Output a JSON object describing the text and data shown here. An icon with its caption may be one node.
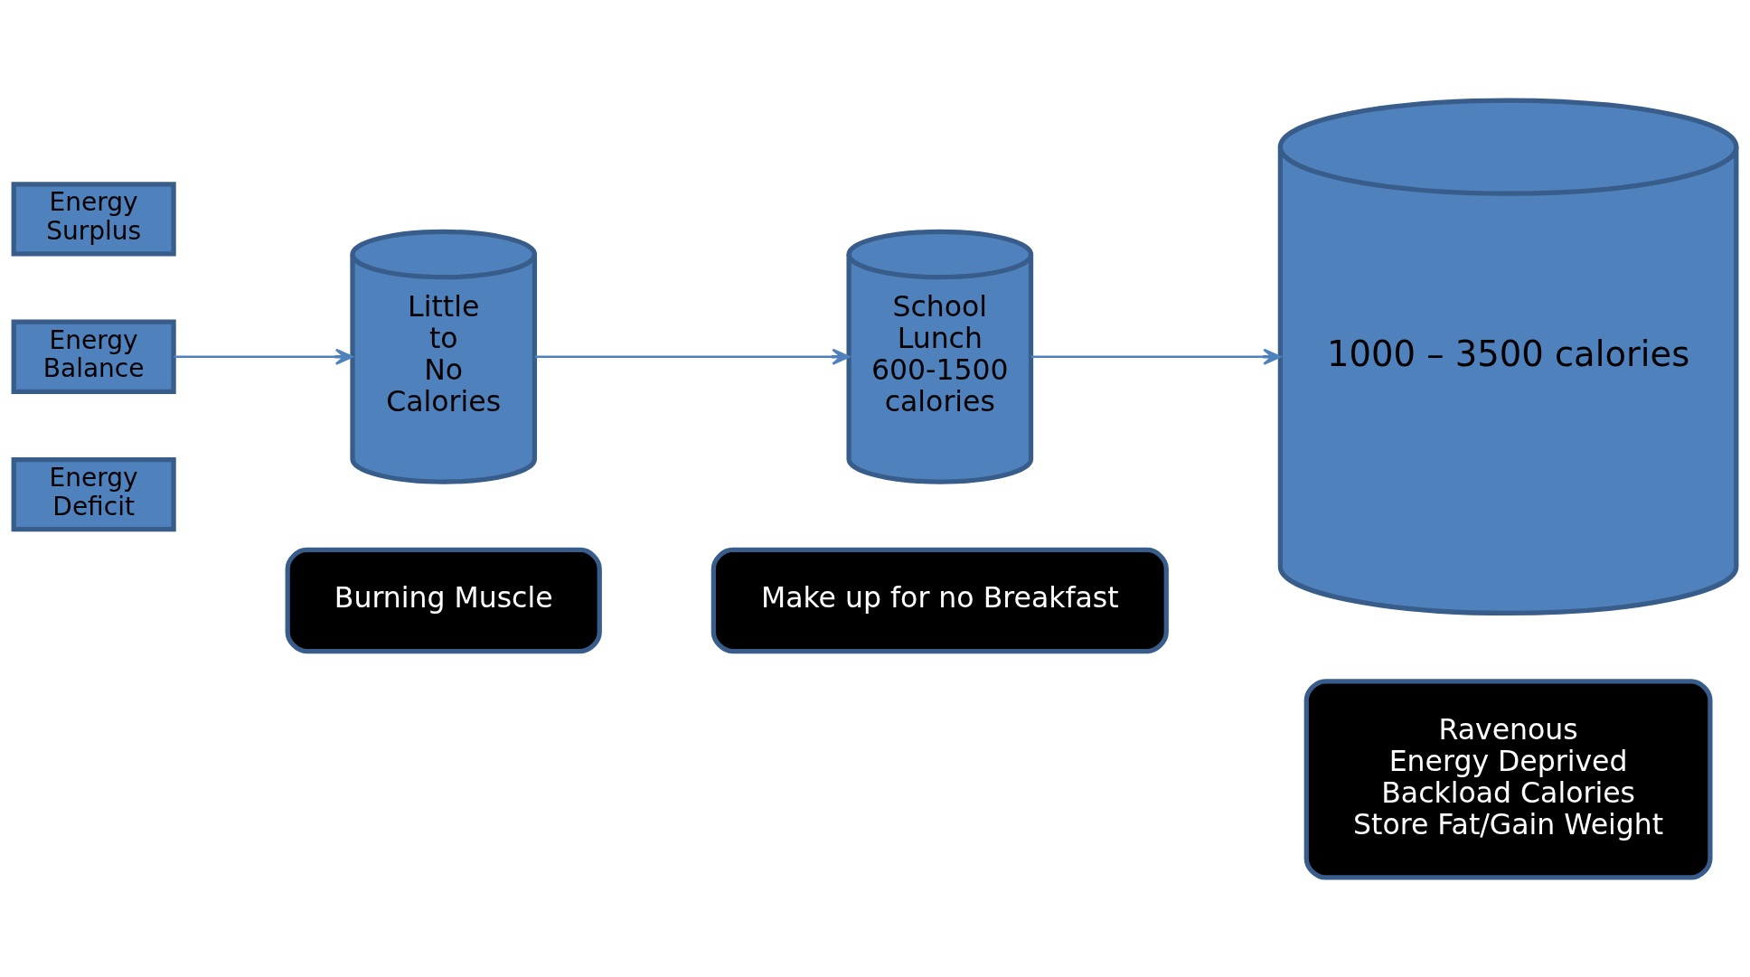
{
  "diagram": {
    "nodes": [
      {
        "text": [
          "Energy Surplus"
        ]
      },
      {
        "text": [
          "Energy Balance"
        ]
      },
      {
        "text": [
          "Energy Deficit"
        ]
      },
      {
        "text": [
          "Little to No Calories"
        ]
      },
      {
        "text": [
          "School Lunch 600-1500 calories"
        ]
      },
      {
        "text": [
          "1000 – 3500 calories"
        ]
      },
      {
        "text": [
          "Burning Muscle"
        ]
      },
      {
        "text": [
          "Make up for no Breakfast"
        ]
      },
      {
        "text": [
          "Ravenous",
          "Energy Deprived",
          "Backload Calories",
          "Store Fat/Gain Weight"
        ]
      }
    ],
    "edges": [
      {
        "from": 1,
        "to": 3,
        "arrow": "to"
      },
      {
        "from": 3,
        "to": 4,
        "arrow": "to"
      },
      {
        "from": 4,
        "to": 5,
        "arrow": "to"
      }
    ]
  }
}
